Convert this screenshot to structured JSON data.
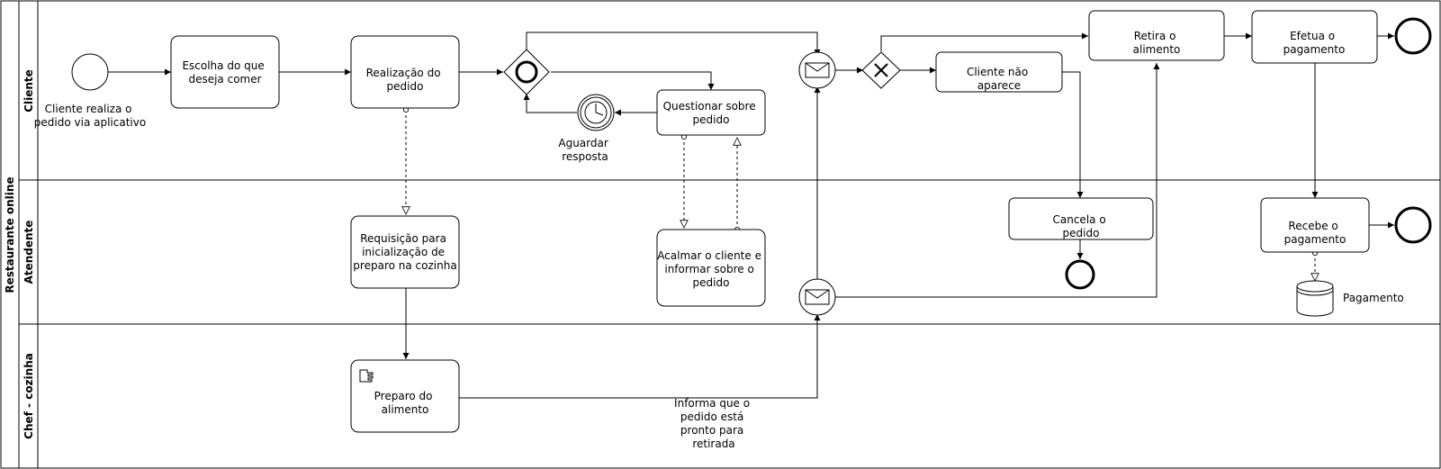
{
  "pool": {
    "title": "Restaurante online"
  },
  "lanes": [
    "Cliente",
    "Atendente",
    "Chef - cozinha"
  ],
  "events": {
    "start": [
      "Cliente realiza o",
      "pedido via aplicativo"
    ],
    "timer": [
      "Aguardar",
      "resposta"
    ]
  },
  "tasks": {
    "escolha": [
      "Escolha do que",
      "deseja comer"
    ],
    "realizacao": [
      "Realização do",
      "pedido"
    ],
    "questionar": [
      "Questionar sobre",
      "pedido"
    ],
    "cliente_nao": [
      "Cliente não",
      "aparece"
    ],
    "retira": [
      "Retira o",
      "alimento"
    ],
    "efetua": [
      "Efetua o",
      "pagamento"
    ],
    "requisicao": [
      "Requisição para",
      "inicialização de",
      "preparo na cozinha"
    ],
    "acalmar": [
      "Acalmar o cliente e",
      "informar sobre o",
      "pedido"
    ],
    "cancela": [
      "Cancela o",
      "pedido"
    ],
    "recebe": [
      "Recebe o",
      "pagamento"
    ],
    "preparo": [
      "Preparo do",
      "alimento"
    ]
  },
  "flows": {
    "informa": [
      "Informa que o",
      "pedido está",
      "pronto para",
      "retirada"
    ]
  },
  "data_store": {
    "label": "Pagamento"
  }
}
